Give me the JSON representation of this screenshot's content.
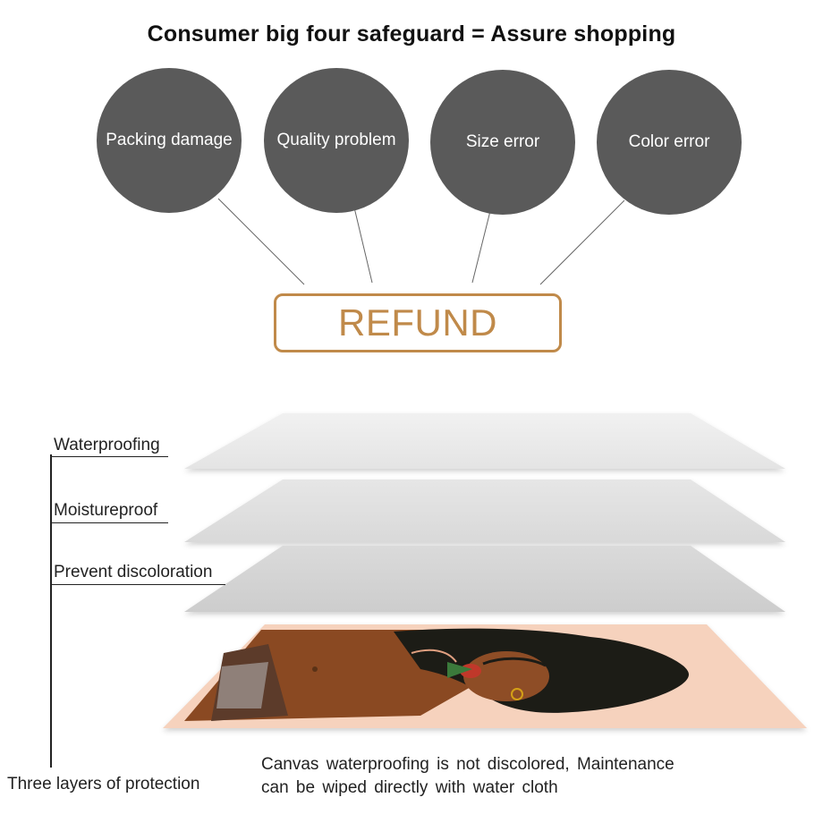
{
  "header": {
    "title": "Consumer big four safeguard = Assure shopping"
  },
  "safeguards": [
    {
      "label": "Packing  damage"
    },
    {
      "label": "Quality  problem"
    },
    {
      "label": "Size  error"
    },
    {
      "label": "Color  error"
    }
  ],
  "refund": {
    "label": "REFUND",
    "color": "#c08a4a"
  },
  "protection": {
    "layers": [
      {
        "label": "Waterproofing"
      },
      {
        "label": "Moistureproof"
      },
      {
        "label": "Prevent  discoloration"
      }
    ],
    "summary": "Three layers of protection",
    "caption_line1": "Canvas  waterproofing  is  not  discolored,  Maintenance",
    "caption_line2": "can  be  wiped  directly  with  water  cloth"
  },
  "colors": {
    "circle": "#5a5a5a",
    "layer_top": "#ececec",
    "layer_mid": "#e2e2e2",
    "layer_low": "#d6d6d6",
    "canvas": "#f6d2bd"
  },
  "icons": {
    "canvas_art": "portrait-artwork-icon"
  }
}
